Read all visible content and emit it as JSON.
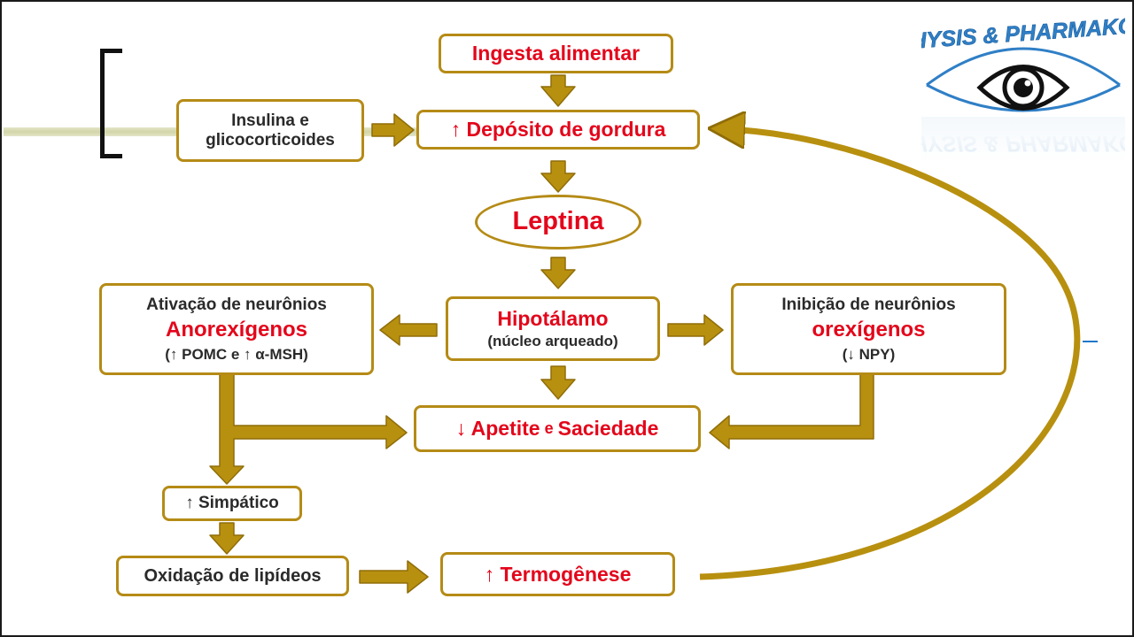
{
  "logo": {
    "text": "PHYSIS & PHARMAKOS",
    "icon": "eye-icon"
  },
  "colors": {
    "accent_red": "#e3061b",
    "border_gold": "#b58b16",
    "arrow_gold": "#b8900f",
    "text_dark": "#2a2a2a"
  },
  "nodes": {
    "ingesta": "Ingesta alimentar",
    "insulina_line1": "Insulina e",
    "insulina_line2": "glicocorticoides",
    "deposito": "↑ Depósito de gordura",
    "leptina": "Leptina",
    "hipotalamo_title": "Hipotálamo",
    "hipotalamo_sub": "(núcleo arqueado)",
    "ativacao_line1": "Ativação de neurônios",
    "ativacao_line2": "Anorexígenos",
    "ativacao_line3": "(↑ POMC e ↑ α-MSH)",
    "inibicao_line1": "Inibição de neurônios",
    "inibicao_line2": "orexígenos",
    "inibicao_line3": "(↓ NPY)",
    "apetite_a": "↓ Apetite",
    "apetite_e": " e ",
    "apetite_b": "Saciedade",
    "simpatico": "↑ Simpático",
    "oxidacao": "Oxidação de lipídeos",
    "termogenese": "↑ Termogênese"
  }
}
